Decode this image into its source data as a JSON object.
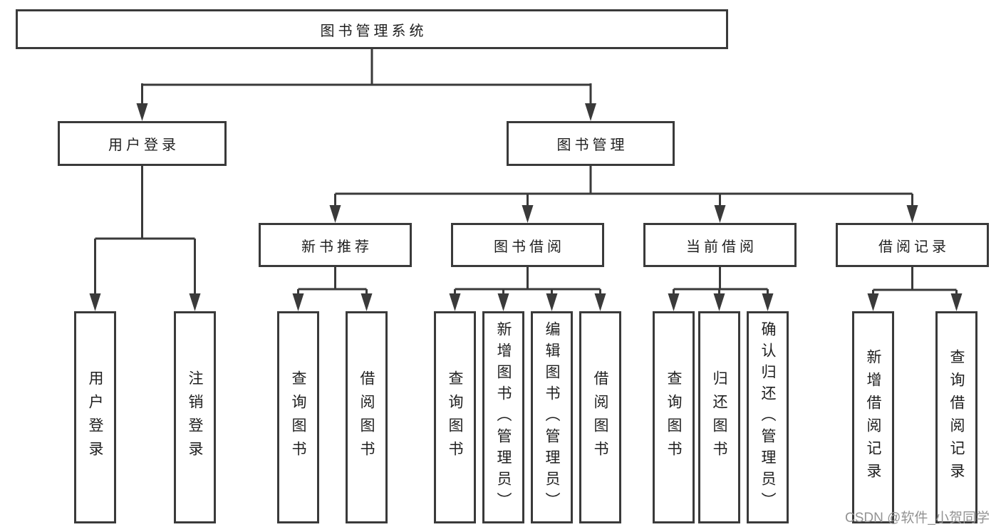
{
  "tree": {
    "root": "图书管理系统",
    "branches": [
      {
        "label": "用户登录",
        "children": [
          "用户登录",
          "注销登录"
        ]
      },
      {
        "label": "图书管理",
        "groups": [
          {
            "label": "新书推荐",
            "children": [
              "查询图书",
              "借阅图书"
            ]
          },
          {
            "label": "图书借阅",
            "children": [
              "查询图书",
              "新增图书（管理员）",
              "编辑图书（管理员）",
              "借阅图书"
            ]
          },
          {
            "label": "当前借阅",
            "children": [
              "查询图书",
              "归还图书",
              "确认归还（管理员）"
            ]
          },
          {
            "label": "借阅记录",
            "children": [
              "新增借阅记录",
              "查询借阅记录"
            ]
          }
        ]
      }
    ]
  },
  "watermark": {
    "text": "CSDN @软件_小贺同学"
  },
  "colors": {
    "line": "#3a3a3a",
    "text": "#1f1f1f",
    "watermark": "#939393",
    "background": "#ffffff"
  }
}
